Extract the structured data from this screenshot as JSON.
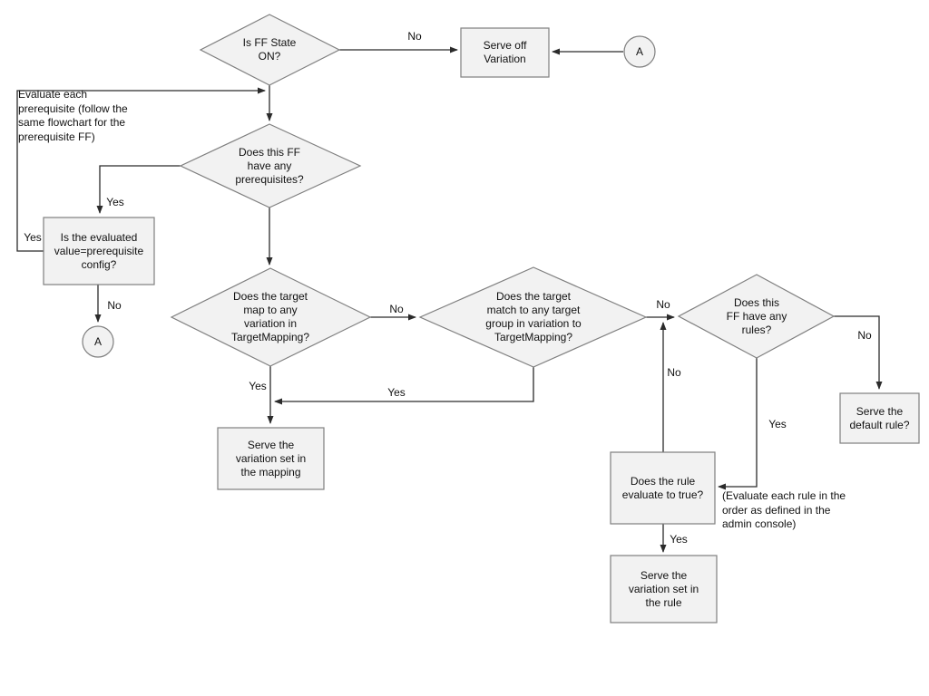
{
  "diagram": {
    "type": "flowchart",
    "colors": {
      "node_fill": "#f2f2f2",
      "node_border": "#7f7f7f",
      "connector": "#2b2b2b",
      "text": "#111111",
      "bg": "#ffffff"
    },
    "nodes": {
      "is_ff_state_on": {
        "shape": "decision",
        "label": "Is FF State\nON?"
      },
      "serve_off_variation": {
        "shape": "process",
        "label": "Serve off\nVariation"
      },
      "connector_a_top": {
        "shape": "circle",
        "label": "A"
      },
      "note_evaluate_prerequisite": {
        "shape": "note",
        "label": "Evaluate each\nprerequisite (follow the\nsame flowchart for the\nprerequisite FF)"
      },
      "has_prerequisites": {
        "shape": "decision",
        "label": "Does this FF\nhave any\nprerequisites?"
      },
      "evaluated_value_equals_config": {
        "shape": "process",
        "label": "Is the evaluated\nvalue=prerequisite\nconfig?"
      },
      "connector_a_left": {
        "shape": "circle",
        "label": "A"
      },
      "target_maps_to_variation": {
        "shape": "decision",
        "label": "Does the target\nmap to any\nvariation in\nTargetMapping?"
      },
      "target_matches_target_group": {
        "shape": "decision",
        "label": "Does the target\nmatch to any target\ngroup in variation to\nTargetMapping?"
      },
      "has_rules": {
        "shape": "decision",
        "label": "Does this\nFF have any\nrules?"
      },
      "serve_variation_in_mapping": {
        "shape": "process",
        "label": "Serve the\nvariation set in\nthe mapping"
      },
      "rule_evaluates_true": {
        "shape": "process",
        "label": "Does the rule\nevaluate to true?"
      },
      "serve_default_rule": {
        "shape": "process",
        "label": "Serve the\ndefault rule?"
      },
      "serve_variation_in_rule": {
        "shape": "process",
        "label": "Serve the\nvariation set in\nthe rule"
      },
      "note_evaluate_rules": {
        "shape": "note",
        "label": "(Evaluate each rule in the\norder as defined in the\nadmin console)"
      }
    },
    "edge_labels": {
      "ff_state_no": "No",
      "loop_yes": "Yes",
      "prereq_yes": "Yes",
      "evaluated_no": "No",
      "mapping_no": "No",
      "group_no": "No",
      "mapping_yes": "Yes",
      "group_yes": "Yes",
      "rule_eval_no": "No",
      "rules_yes": "Yes",
      "rules_no": "No",
      "rule_eval_yes": "Yes"
    }
  }
}
